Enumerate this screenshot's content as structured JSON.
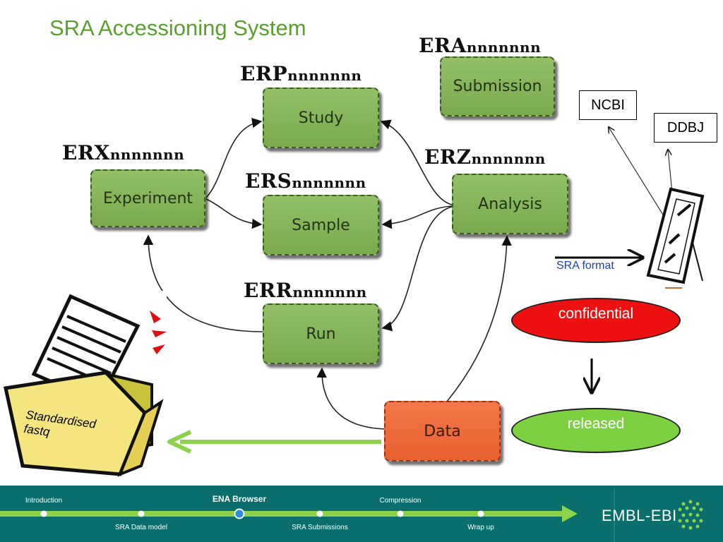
{
  "title": "SRA Accessioning System",
  "accessions": [
    {
      "prefix": "ERA",
      "suffix": "nnnnnnn"
    },
    {
      "prefix": "ERP",
      "suffix": "nnnnnnn"
    },
    {
      "prefix": "ERX",
      "suffix": "nnnnnnn"
    },
    {
      "prefix": "ERS",
      "suffix": "nnnnnnn"
    },
    {
      "prefix": "ERZ",
      "suffix": "nnnnnnn"
    },
    {
      "prefix": "ERR",
      "suffix": "nnnnnnn"
    }
  ],
  "nodes": {
    "submission": "Submission",
    "study": "Study",
    "experiment": "Experiment",
    "sample": "Sample",
    "analysis": "Analysis",
    "run": "Run",
    "data": "Data"
  },
  "mirrors": {
    "ncbi": "NCBI",
    "ddbj": "DDBJ"
  },
  "sra_format": "SRA format",
  "status": {
    "confidential": "confidential",
    "released": "released"
  },
  "folder_label": {
    "line1": "Standardised",
    "line2": "fastq"
  },
  "colors": {
    "title": "#5aa02c",
    "node_green": "#7aa94d",
    "node_data": "#e8602f",
    "confidential": "#ee1111",
    "released": "#7dd140",
    "footer": "#0a6e6d",
    "timeline": "#8cd24a"
  },
  "footer": {
    "nav_top": [
      {
        "label": "Introduction"
      },
      {
        "label": "ENA Browser",
        "active": true
      },
      {
        "label": "Compression"
      }
    ],
    "nav_bottom": [
      {
        "label": "SRA Data model"
      },
      {
        "label": "SRA Submissions"
      },
      {
        "label": "Wrap up"
      }
    ],
    "logo": "EMBL-EBI"
  }
}
